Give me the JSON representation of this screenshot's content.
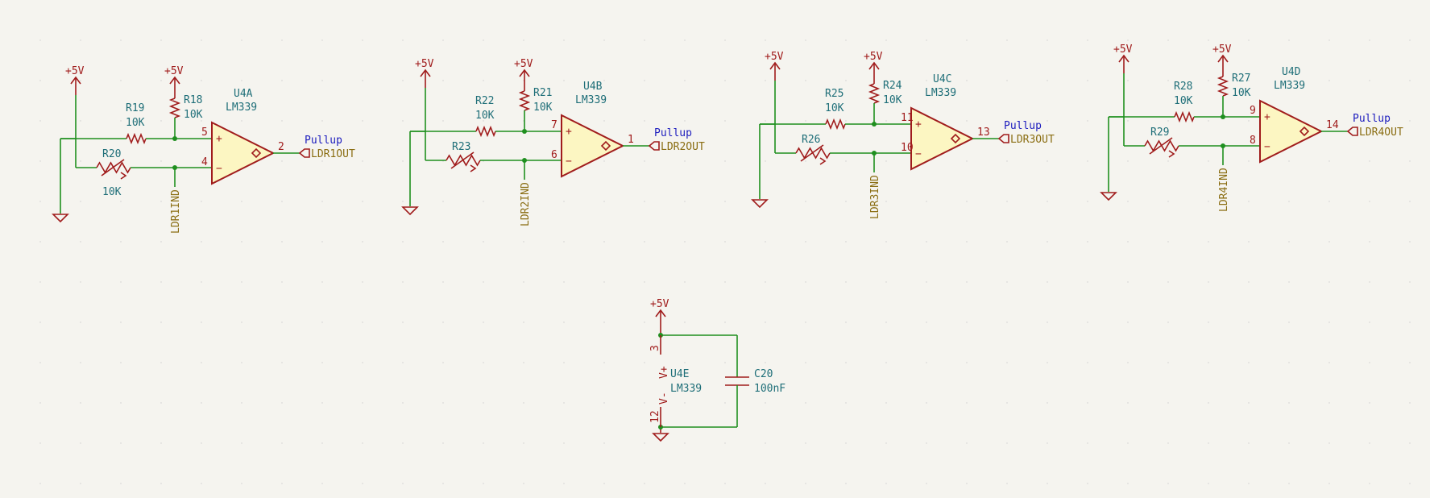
{
  "power": {
    "vcc": "+5V"
  },
  "stages": [
    {
      "unit": "U4A",
      "part": "LM339",
      "pin_plus": "5",
      "pin_minus": "4",
      "pin_out": "2",
      "r_div": "R19",
      "r_div_val": "10K",
      "r_pull": "R18",
      "r_pull_val": "10K",
      "pot": "R20",
      "pot_val": "10K",
      "in_label": "LDR1IND",
      "out_label": "LDR1OUT",
      "pullup": "Pullup"
    },
    {
      "unit": "U4B",
      "part": "LM339",
      "pin_plus": "7",
      "pin_minus": "6",
      "pin_out": "1",
      "r_div": "R22",
      "r_div_val": "10K",
      "r_pull": "R21",
      "r_pull_val": "10K",
      "pot": "R23",
      "pot_val": "",
      "in_label": "LDR2IND",
      "out_label": "LDR2OUT",
      "pullup": "Pullup"
    },
    {
      "unit": "U4C",
      "part": "LM339",
      "pin_plus": "11",
      "pin_minus": "10",
      "pin_out": "13",
      "r_div": "R25",
      "r_div_val": "10K",
      "r_pull": "R24",
      "r_pull_val": "10K",
      "pot": "R26",
      "pot_val": "",
      "in_label": "LDR3IND",
      "out_label": "LDR3OUT",
      "pullup": "Pullup"
    },
    {
      "unit": "U4D",
      "part": "LM339",
      "pin_plus": "9",
      "pin_minus": "8",
      "pin_out": "14",
      "r_div": "R28",
      "r_div_val": "10K",
      "r_pull": "R27",
      "r_pull_val": "10K",
      "pot": "R29",
      "pot_val": "",
      "in_label": "LDR4IND",
      "out_label": "LDR4OUT",
      "pullup": "Pullup"
    }
  ],
  "power_unit": {
    "unit": "U4E",
    "part": "LM339",
    "pin_vplus": "3",
    "pin_vminus": "12",
    "vplus": "V+",
    "vminus": "V-",
    "cap": "C20",
    "cap_val": "100nF"
  }
}
